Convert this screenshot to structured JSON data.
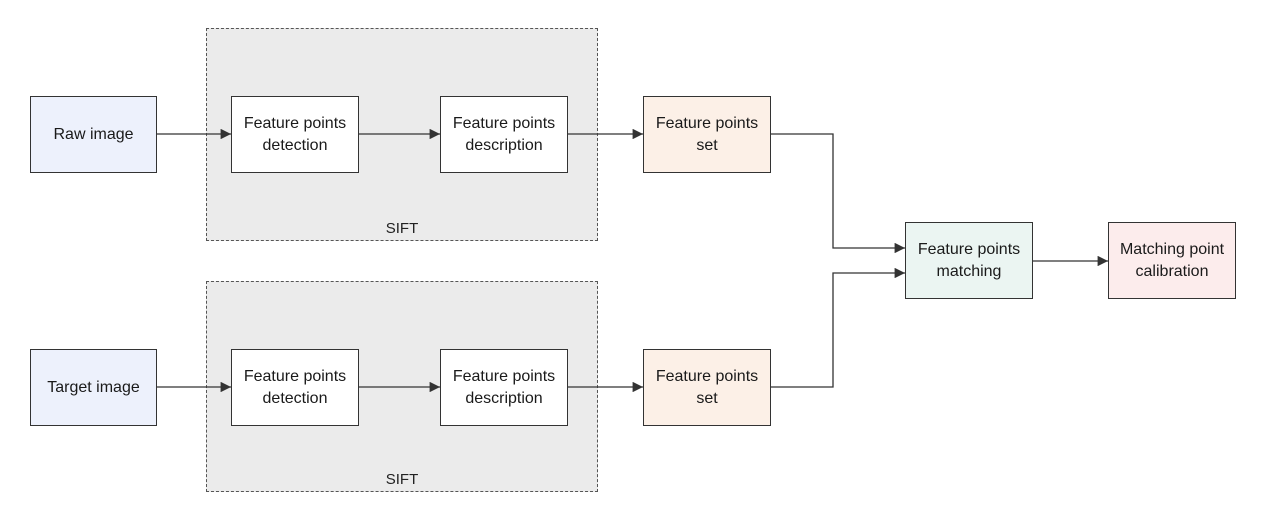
{
  "diagram": {
    "groups": {
      "top": {
        "label": "SIFT"
      },
      "bottom": {
        "label": "SIFT"
      }
    },
    "nodes": {
      "raw_image": {
        "label": "Raw image"
      },
      "top_detection": {
        "label": "Feature points detection"
      },
      "top_description": {
        "label": "Feature points description"
      },
      "top_set": {
        "label": "Feature points set"
      },
      "target_image": {
        "label": "Target image"
      },
      "bottom_detection": {
        "label": "Feature points detection"
      },
      "bottom_description": {
        "label": "Feature points description"
      },
      "bottom_set": {
        "label": "Feature points set"
      },
      "matching": {
        "label": "Feature points matching"
      },
      "calibration": {
        "label": "Matching point calibration"
      }
    },
    "edges": [
      {
        "from": "raw_image",
        "to": "top_detection"
      },
      {
        "from": "top_detection",
        "to": "top_description"
      },
      {
        "from": "top_description",
        "to": "top_set"
      },
      {
        "from": "top_set",
        "to": "matching"
      },
      {
        "from": "target_image",
        "to": "bottom_detection"
      },
      {
        "from": "bottom_detection",
        "to": "bottom_description"
      },
      {
        "from": "bottom_description",
        "to": "bottom_set"
      },
      {
        "from": "bottom_set",
        "to": "matching"
      },
      {
        "from": "matching",
        "to": "calibration"
      }
    ],
    "colors": {
      "input": "#edf1fc",
      "process": "#ffffff",
      "set": "#fcf0e7",
      "matching": "#ebf5f2",
      "calibration": "#fcecec",
      "group_fill": "#ebebeb",
      "line": "#333333"
    }
  }
}
